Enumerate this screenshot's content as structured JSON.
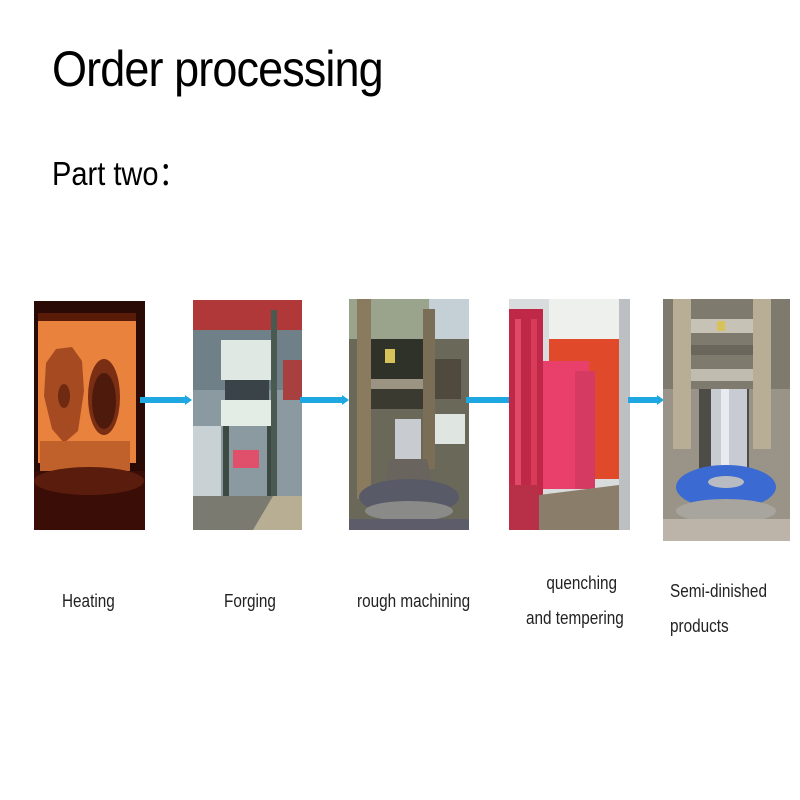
{
  "slide": {
    "title": "Order processing",
    "subtitle": "Part two："
  },
  "steps": [
    {
      "label_lines": [
        "Heating"
      ],
      "image": "furnace-with-glowing-forgings"
    },
    {
      "label_lines": [
        "Forging"
      ],
      "image": "hydraulic-forging-press"
    },
    {
      "label_lines": [
        "rough machining"
      ],
      "image": "vertical-lathe-rough-machining"
    },
    {
      "label_lines": [
        "quenching",
        "and tempering"
      ],
      "image": "heat-treatment-furnace-quenching"
    },
    {
      "label_lines": [
        "Semi-dinished",
        "products"
      ],
      "image": "machined-cylinder-on-lathe"
    }
  ],
  "colors": {
    "arrow": "#1ea7e1"
  }
}
